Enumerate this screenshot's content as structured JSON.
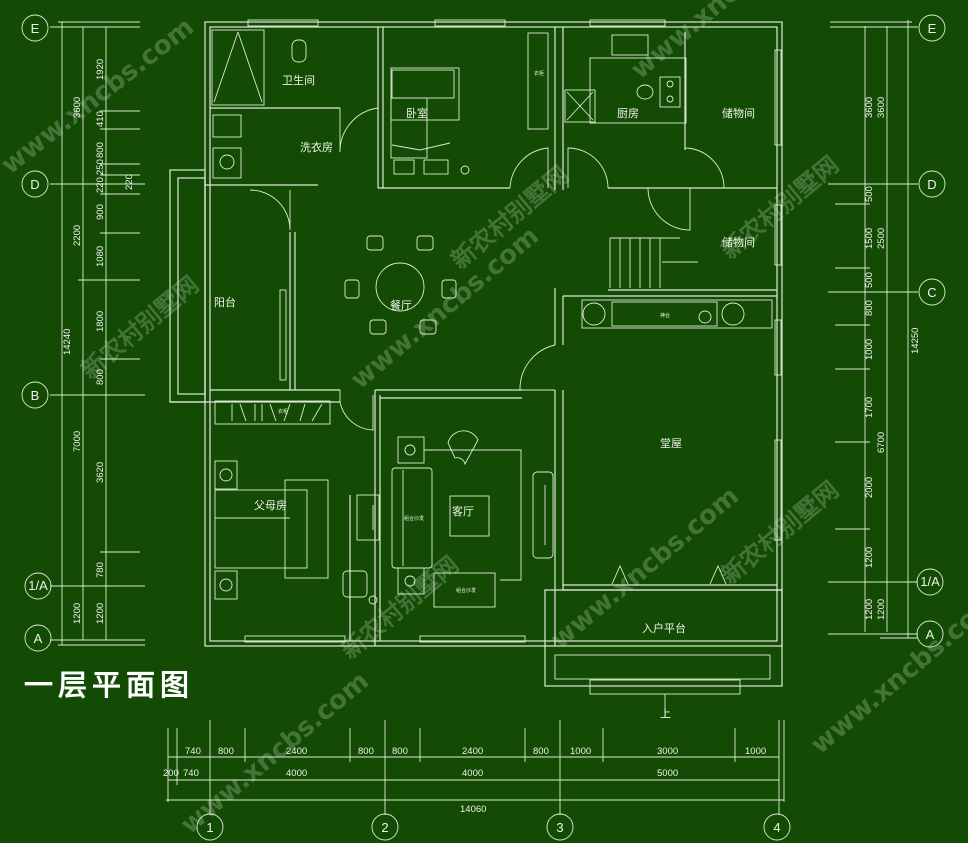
{
  "title": "一层平面图",
  "rooms": {
    "bathroom": "卫生间",
    "laundry": "洗衣房",
    "bedroom": "卧室",
    "wardrobe_top": "衣柜",
    "kitchen": "厨房",
    "storage_top": "储物间",
    "storage_stair": "储物间",
    "dining": "餐厅",
    "balcony": "阳台",
    "altar": "神台",
    "main_hall": "堂屋",
    "parents_room": "父母房",
    "wardrobe_parents": "衣柜",
    "living_room": "客厅",
    "sofa_1": "组合沙发",
    "sofa_2": "组合沙发",
    "entry_platform": "入户平台",
    "up_arrow": "上"
  },
  "axes": {
    "rows_left": [
      "E",
      "D",
      "B",
      "1/A",
      "A"
    ],
    "rows_right": [
      "E",
      "D",
      "C",
      "1/A",
      "A"
    ],
    "columns": [
      "1",
      "2",
      "3",
      "4"
    ]
  },
  "dimensions": {
    "left_total": "14240",
    "left_mid": [
      "3600",
      "2200",
      "7000",
      "1200"
    ],
    "left_detail": [
      "1920",
      "410",
      "800",
      "250",
      "220",
      "900",
      "1080",
      "1800",
      "800",
      "3620",
      "780",
      "1200"
    ],
    "left_extra": "220",
    "right_total": "14250",
    "right_mid": [
      "3600",
      "2500",
      "6700",
      "1200"
    ],
    "right_detail": [
      "3600",
      "500",
      "1500",
      "500",
      "800",
      "1000",
      "1700",
      "2000",
      "1200",
      "1200"
    ],
    "bottom_row1": [
      "740",
      "800",
      "2400",
      "800",
      "800",
      "2400",
      "800",
      "1000",
      "3000",
      "1000"
    ],
    "bottom_row2": [
      "200",
      "740",
      "4000",
      "4000",
      "5000"
    ],
    "bottom_total": "14060"
  },
  "watermark": {
    "url": "www.xncbs.com",
    "name": "新农村别墅网"
  },
  "colors": {
    "background": "#134a04",
    "lines": "#dfe9d6"
  }
}
